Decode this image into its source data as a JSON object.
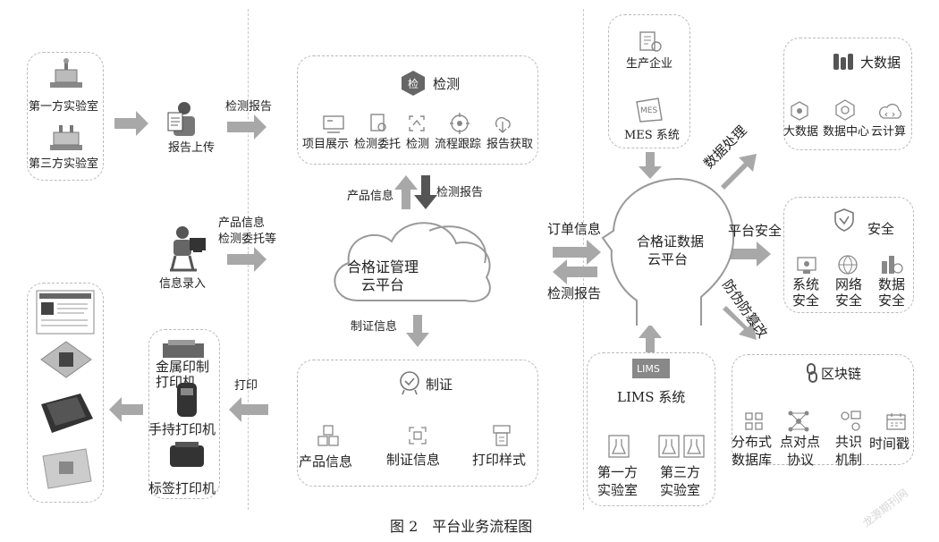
{
  "caption": "图 2　平台业务流程图",
  "watermark": "龙源期刊网",
  "left": {
    "labs": [
      "第一方实验室",
      "第三方实验室"
    ],
    "report_upload": "报告上传",
    "report_arrow": "检测报告",
    "info_arrow": [
      "产品信息",
      "检测委托等"
    ],
    "info_entry": "信息录入",
    "print_arrow": "打印",
    "printers": [
      "金属印制打印机",
      "手持打印机",
      "标签打印机"
    ]
  },
  "middle": {
    "inspect": {
      "title": "检测",
      "items": [
        "项目展示",
        "检测委托",
        "检测",
        "流程跟踪",
        "报告获取"
      ]
    },
    "up_arrow_label": "产品信息",
    "down_arrow_label": "检测报告",
    "cloud": [
      "合格证管理",
      "云平台"
    ],
    "cert_arrow_label": "制证信息",
    "cert": {
      "title": "制证",
      "items": [
        "产品信息",
        "制证信息",
        "打印样式"
      ]
    }
  },
  "right": {
    "producer": "生产企业",
    "mes_badge": "MES",
    "mes": "MES 系统",
    "head": [
      "合格证数据",
      "云平台"
    ],
    "order_info": "订单信息",
    "report_back": "检测报告",
    "data_processing": "数据处理",
    "platform_security": "平台安全",
    "anti_tamper": "防伪防篡改",
    "bigdata": {
      "title": "大数据",
      "items": [
        "大数据",
        "数据中心",
        "云计算"
      ]
    },
    "security": {
      "title": "安全",
      "items": [
        [
          "系统",
          "安全"
        ],
        [
          "网络",
          "安全"
        ],
        [
          "数据",
          "安全"
        ]
      ]
    },
    "blockchain": {
      "title": "区块链",
      "items": [
        [
          "分布式",
          "数据库"
        ],
        [
          "点对点",
          "协议"
        ],
        [
          "共识",
          "机制"
        ],
        [
          "时间戳"
        ]
      ]
    },
    "lims_badge": "LIMS",
    "lims": "LIMS 系统",
    "lims_labs": [
      [
        "第一方",
        "实验室"
      ],
      [
        "第三方",
        "实验室"
      ]
    ]
  },
  "colors": {
    "arrow": "#a8a8a8",
    "dark_arrow": "#555555",
    "line": "#9a9a9a"
  }
}
